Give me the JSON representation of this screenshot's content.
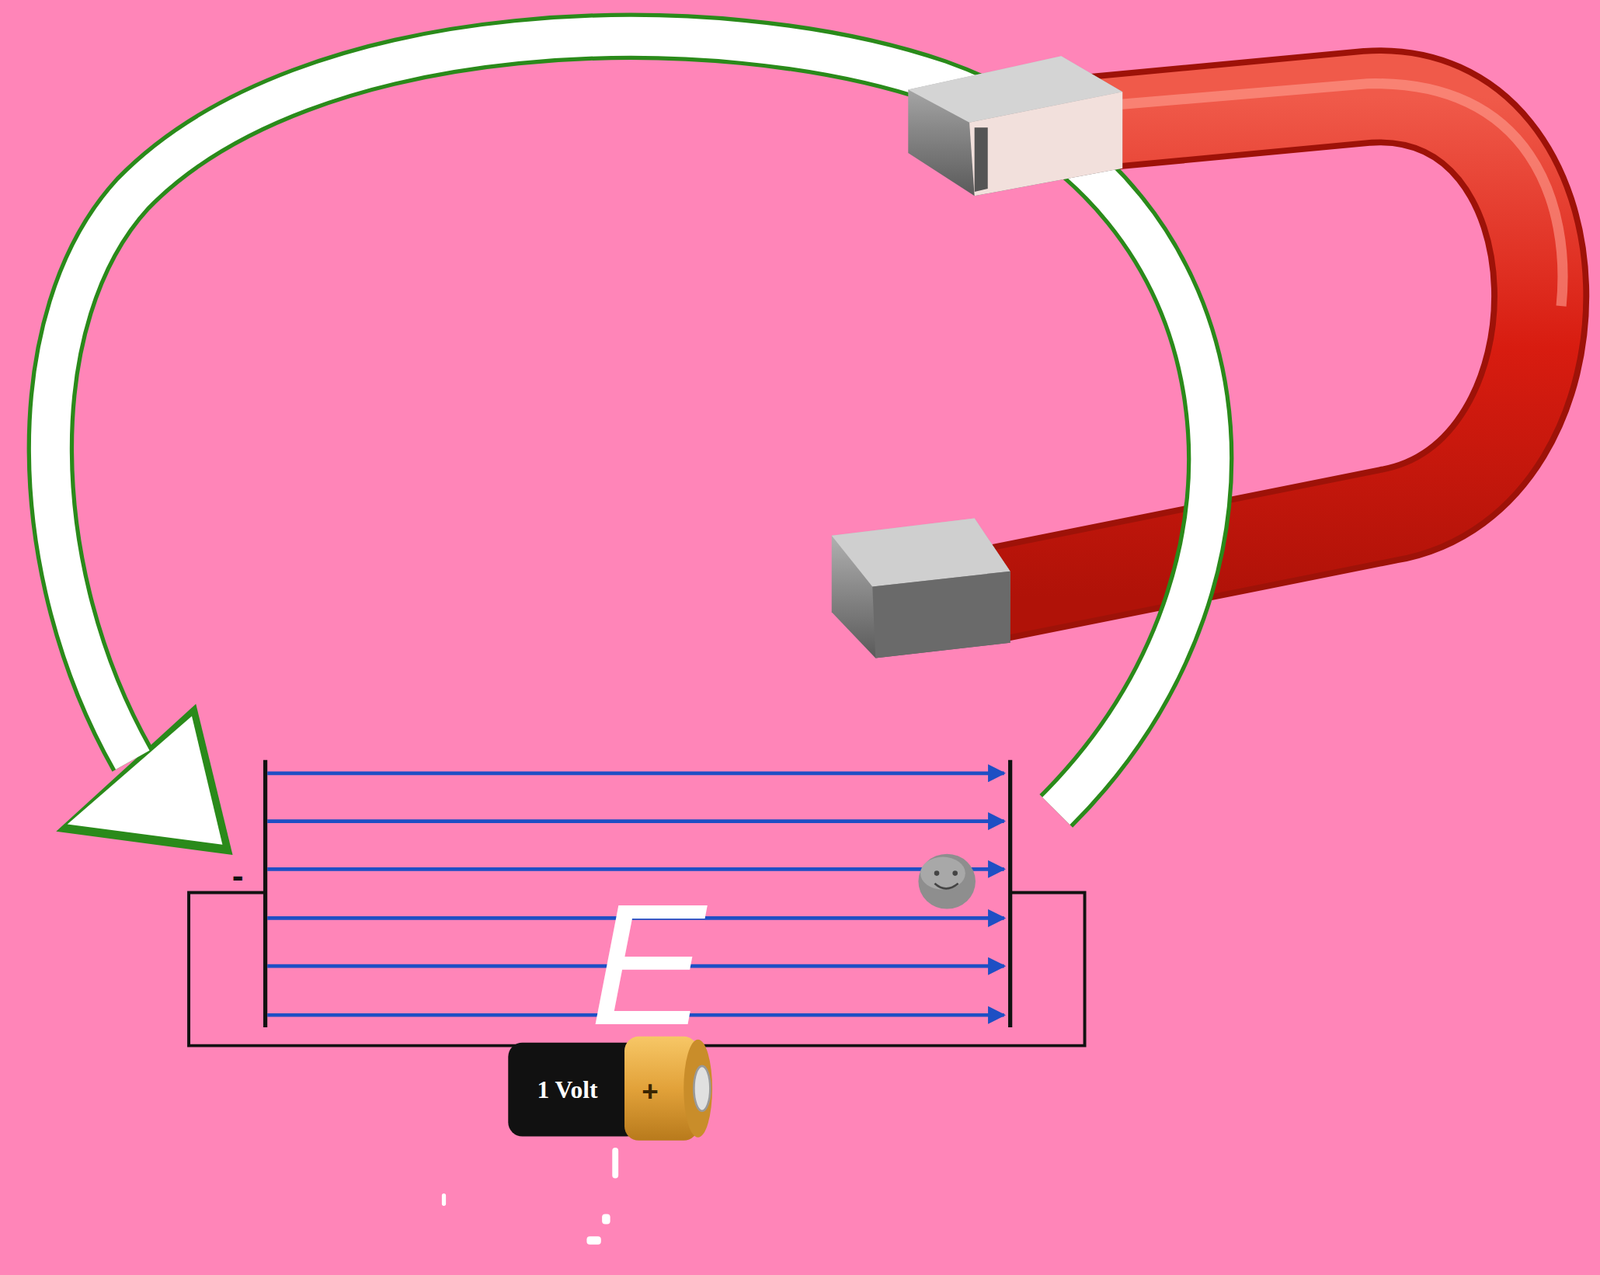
{
  "diagram": {
    "labels": [
      "-",
      "E",
      "1 Volt",
      "+"
    ]
  }
}
